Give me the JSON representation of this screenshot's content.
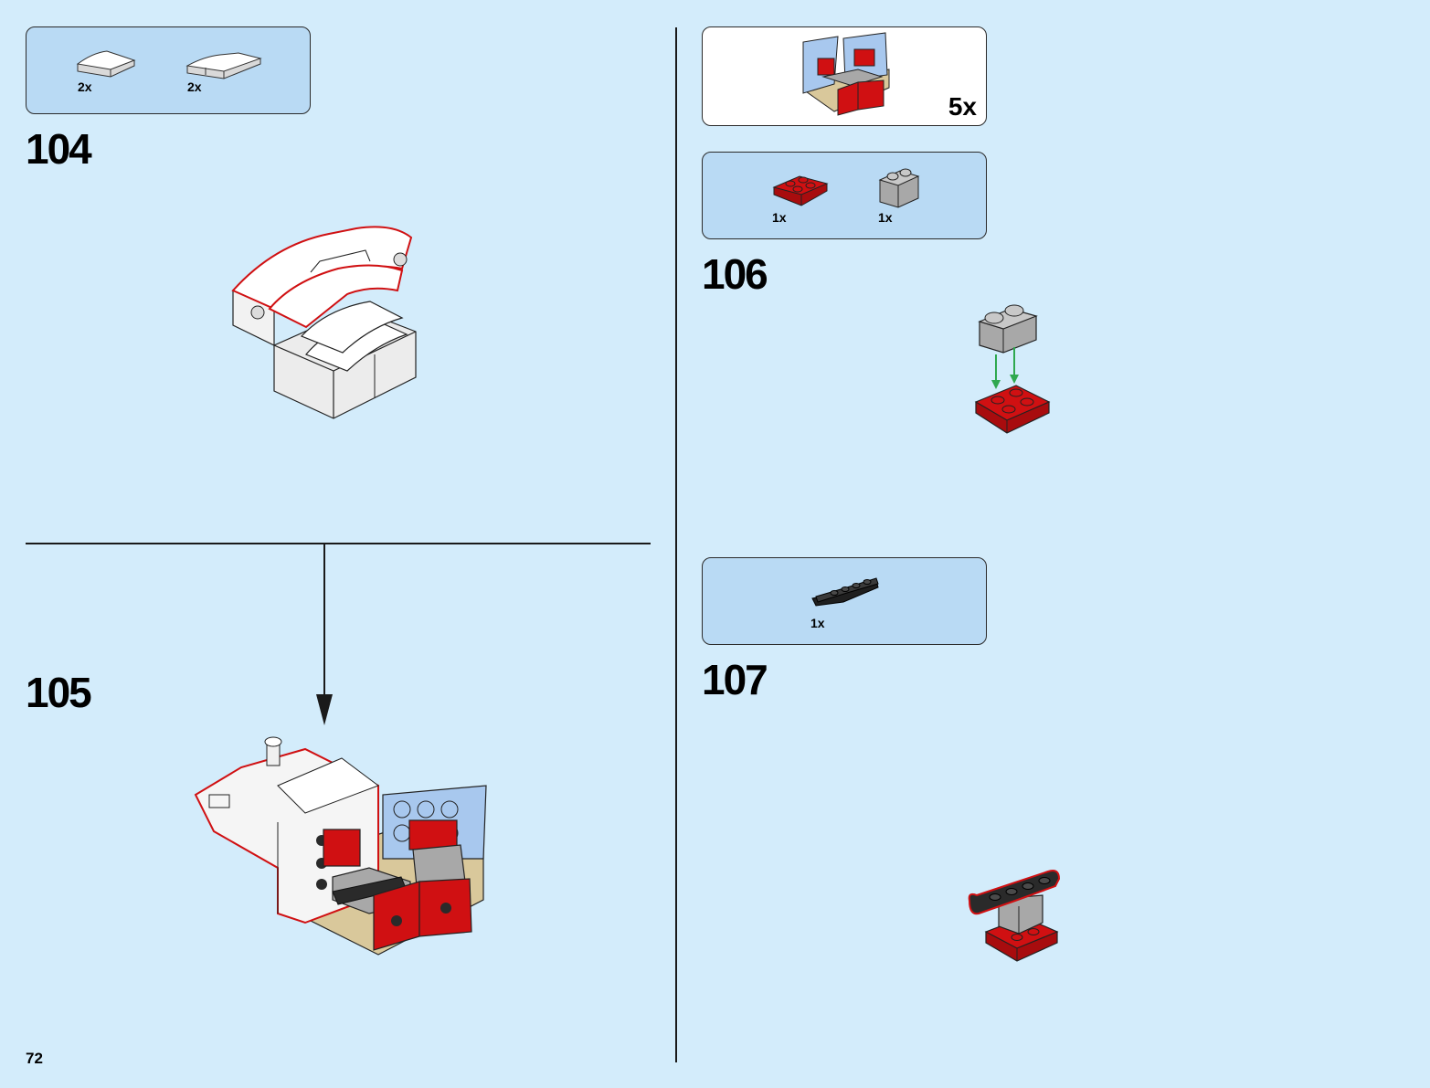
{
  "page_number": "72",
  "steps": [
    {
      "number": "104",
      "parts": [
        {
          "qty": "2x",
          "icon": "white-curved-slope-1x4"
        },
        {
          "qty": "2x",
          "icon": "white-curved-slope-1x6"
        }
      ]
    },
    {
      "number": "105",
      "parts": []
    },
    {
      "number": "106",
      "parts": [
        {
          "qty": "1x",
          "icon": "red-plate-2x2"
        },
        {
          "qty": "1x",
          "icon": "gray-brick-1x2-round"
        }
      ]
    },
    {
      "number": "107",
      "parts": [
        {
          "qty": "1x",
          "icon": "black-plate-1x4-clips"
        }
      ]
    }
  ],
  "subassembly": {
    "qty": "5x"
  },
  "colors": {
    "background": "#d3ecfb",
    "parts_box": "#b9daf4",
    "highlight": "#d01012",
    "install_arrow": "#2fa84f"
  }
}
